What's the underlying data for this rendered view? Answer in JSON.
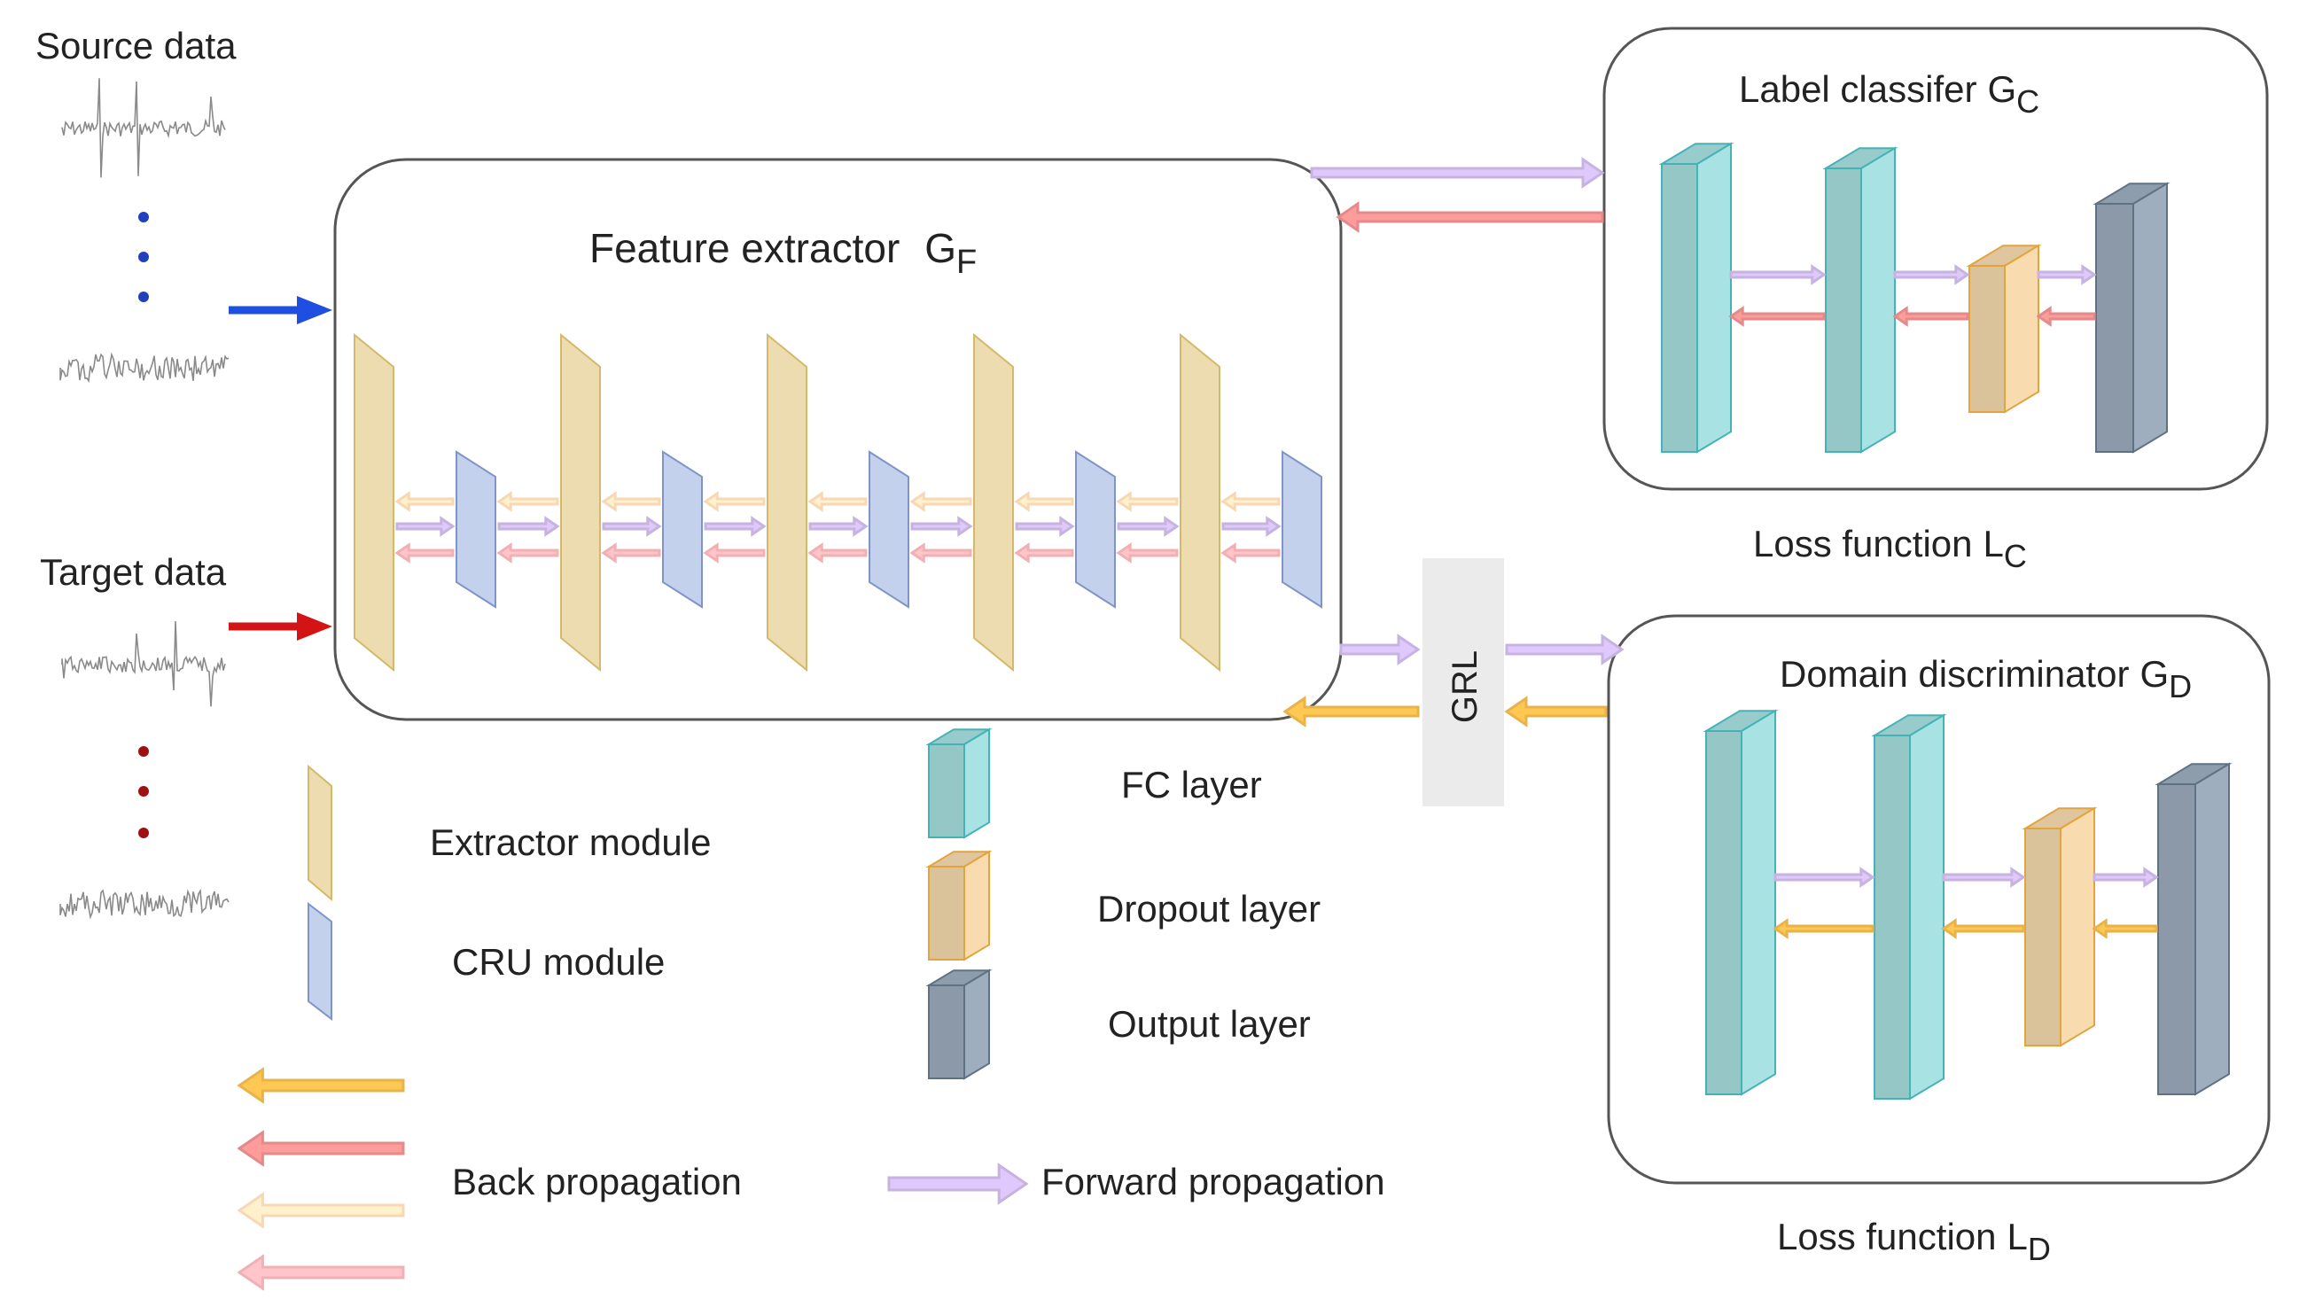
{
  "inputs": {
    "source_label": "Source data",
    "target_label": "Target data",
    "source_dot_color": "#1f3fbf",
    "target_dot_color": "#a01010",
    "source_arrow_color": "#1f4fe0",
    "target_arrow_color": "#d41414"
  },
  "feature_extractor": {
    "title": "Feature extractor",
    "symbol": "G",
    "subscript": "F",
    "extractor_modules": 5,
    "cru_modules": 5
  },
  "label_classifier": {
    "title": "Label classifer",
    "symbol": "G",
    "subscript": "C",
    "loss_label": "Loss function",
    "loss_symbol": "L",
    "loss_subscript": "C",
    "layers": [
      "fc",
      "fc",
      "dropout",
      "output"
    ]
  },
  "domain_discriminator": {
    "title": "Domain discriminator",
    "symbol": "G",
    "subscript": "D",
    "loss_label": "Loss function",
    "loss_symbol": "L",
    "loss_subscript": "D",
    "layers": [
      "fc",
      "fc",
      "dropout",
      "output"
    ]
  },
  "grl": {
    "label": "GRL"
  },
  "legend": {
    "extractor_module": "Extractor module",
    "cru_module": "CRU module",
    "fc_layer": "FC layer",
    "dropout_layer": "Dropout layer",
    "output_layer": "Output layer",
    "back_propagation": "Back propagation",
    "forward_propagation": "Forward propagation"
  },
  "colors": {
    "extractor_fill": "#ecdcb0",
    "extractor_stroke": "#d4b96a",
    "cru_fill": "#c3d1ec",
    "cru_stroke": "#7f95c7",
    "fc_fill": "#a9e2e2",
    "fc_stroke": "#45b3b6",
    "dropout_fill": "#f8dcb0",
    "dropout_stroke": "#e2a43c",
    "output_fill": "#9eaebf",
    "output_stroke": "#5f7283",
    "forward_arrow": "#c7b3e0",
    "back_orange": "#e8b34a",
    "back_red": "#e38a8a",
    "back_peach": "#f8d7b5",
    "back_pink": "#f1b0b4",
    "grl_fill": "#ebebeb"
  }
}
